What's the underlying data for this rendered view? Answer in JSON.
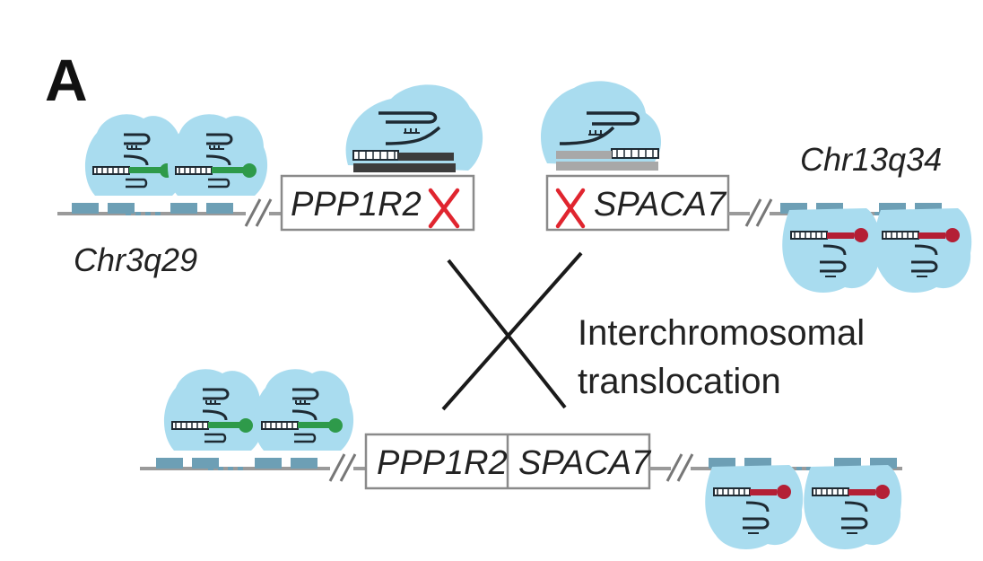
{
  "figure": {
    "panel_letter": "A",
    "labels": {
      "chr_left": "Chr3q29",
      "chr_right": "Chr13q34",
      "gene_left": "PPP1R2",
      "gene_right": "SPACA7",
      "annotation_line1": "Interchromosomal",
      "annotation_line2": "translocation"
    }
  },
  "colors": {
    "cell_blue": "#a9dcef",
    "chromatin_line": "#9a9a9a",
    "chromatin_block": "#6d9fb5",
    "green_feature": "#2e9a4a",
    "red_feature": "#b41f35",
    "red_cross": "#e0252f",
    "dark_bar": "#3c3c3c",
    "light_bar": "#a8a8a8",
    "rna_stroke": "#1e2a33"
  },
  "icons": {
    "blob": "transcription-complex-icon",
    "cross": "x-mark-icon"
  }
}
